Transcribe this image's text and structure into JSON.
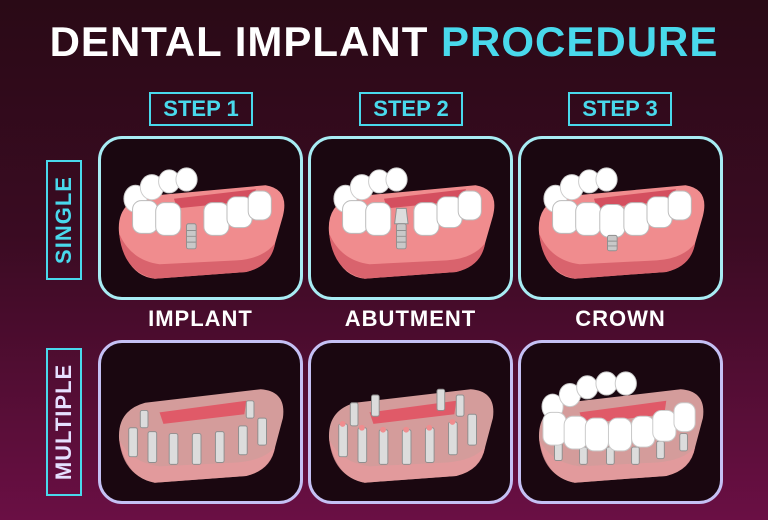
{
  "title": {
    "part1": "DENTAL IMPLANT",
    "part2": "PROCEDURE"
  },
  "steps": [
    "STEP 1",
    "STEP 2",
    "STEP 3"
  ],
  "rows": [
    "SINGLE",
    "MULTIPLE"
  ],
  "captions": [
    "IMPLANT",
    "ABUTMENT",
    "CROWN"
  ],
  "colors": {
    "accent": "#49d9ec",
    "gum": "#f08c8e",
    "tooth": "#ffffff",
    "implant": "#c8c8c8",
    "background_top": "#2a0a16",
    "background_bottom": "#6a0f44"
  },
  "illustrations": [
    "jaw-single-implant-icon",
    "jaw-single-abutment-icon",
    "jaw-single-crown-icon",
    "jaw-full-arch-implants-icon",
    "jaw-full-arch-abutments-icon",
    "jaw-full-arch-crowns-icon"
  ]
}
